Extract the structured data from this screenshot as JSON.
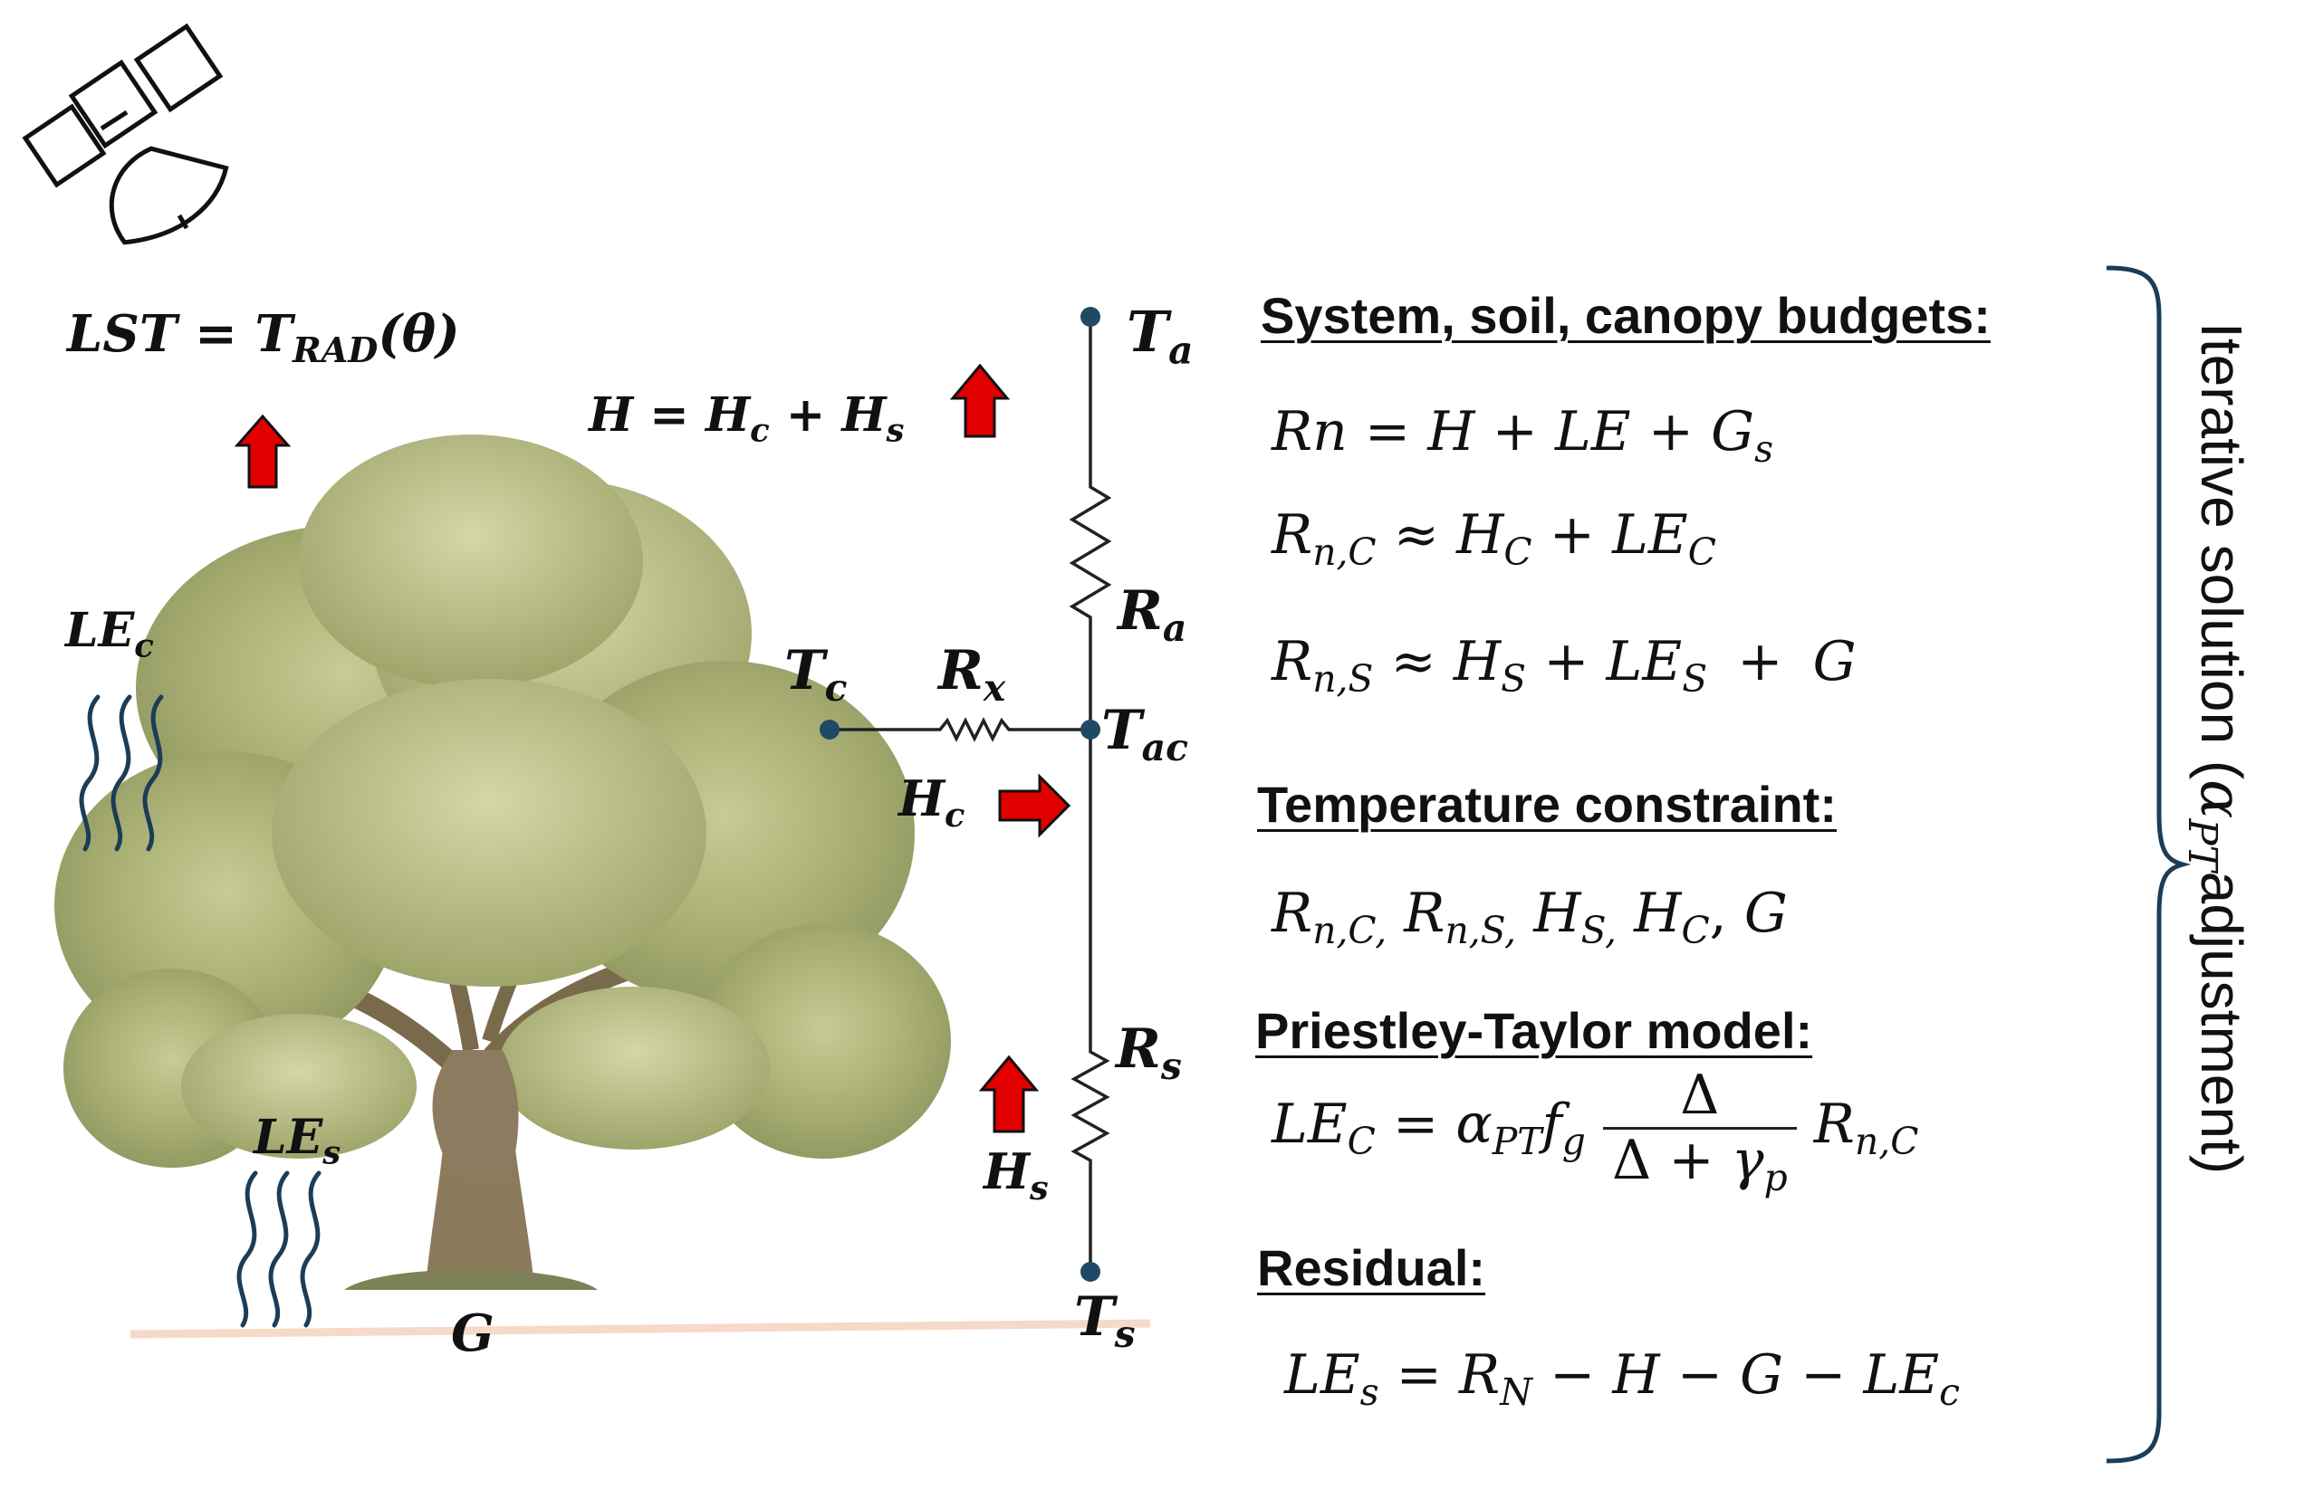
{
  "lst_label": {
    "lhs": "LST",
    "eq": "=",
    "sym": "T",
    "sub": "RAD",
    "arg": "(θ)"
  },
  "h_total": {
    "lhs": "H",
    "eq": "=",
    "h1": "H",
    "h1_sub": "c",
    "plus": "+",
    "h2": "H",
    "h2_sub": "s"
  },
  "nodes": {
    "ta": {
      "sym": "T",
      "sub": "a"
    },
    "tc": {
      "sym": "T",
      "sub": "c"
    },
    "tac": {
      "sym": "T",
      "sub": "ac"
    },
    "ts": {
      "sym": "T",
      "sub": "s"
    }
  },
  "resistors": {
    "ra": {
      "sym": "R",
      "sub": "a"
    },
    "rx": {
      "sym": "R",
      "sub": "x"
    },
    "rs": {
      "sym": "R",
      "sub": "s"
    }
  },
  "fluxes": {
    "hc": {
      "sym": "H",
      "sub": "c"
    },
    "hs": {
      "sym": "H",
      "sub": "s"
    },
    "lec": {
      "sym": "LE",
      "sub": "c"
    },
    "les": {
      "sym": "LE",
      "sub": "s"
    },
    "g": "G"
  },
  "sections": {
    "budgets": {
      "heading": "System, soil, canopy budgets:",
      "eq1": {
        "a": "Rn",
        "op1": "=",
        "b": "H",
        "op2": "+",
        "c": "LE",
        "op3": "+",
        "d": "G",
        "d_sub": "s"
      },
      "eq2": {
        "a": "R",
        "a_sub": "n,C",
        "op1": "≈",
        "b": "H",
        "b_sub": "C",
        "op2": "+",
        "c": "LE",
        "c_sub": "C"
      },
      "eq3": {
        "a": "R",
        "a_sub": "n,S",
        "op1": "≈",
        "b": "H",
        "b_sub": "S",
        "op2": "+",
        "c": "LE",
        "c_sub": "S",
        "op3": "+",
        "d": "G"
      }
    },
    "temperature": {
      "heading": "Temperature constraint:",
      "v1": "R",
      "v1_sub": "n,C,",
      "v2": "R",
      "v2_sub": "n,S,",
      "v3": "H",
      "v3_sub": "S,",
      "v4": "H",
      "v4_sub": "C",
      "sep": ",",
      "v5": "G"
    },
    "pt": {
      "heading": "Priestley-Taylor model:",
      "lhs": "LE",
      "lhs_sub": "C",
      "eq": "=",
      "alpha": "α",
      "alpha_sub": "PT",
      "f": "f",
      "f_sub": "g",
      "num": "Δ",
      "den1": "Δ",
      "den_plus": "+",
      "den2": "γ",
      "den2_sub": "p",
      "r": "R",
      "r_sub": "n,C"
    },
    "residual": {
      "heading": "Residual:",
      "lhs": "LE",
      "lhs_sub": "s",
      "eq": "=",
      "a": "R",
      "a_sub": "N",
      "m1": "−",
      "b": "H",
      "m2": "−",
      "c": "G",
      "m3": "−",
      "d": "LE",
      "d_sub": "c"
    }
  },
  "side_label": {
    "prefix": "Iterative solution (",
    "alpha": "α",
    "alpha_sub": "PT",
    "suffix": "adjustment)"
  },
  "colors": {
    "arrow": "#e00000",
    "node": "#1e4a66",
    "wave": "#1c3d57",
    "ground": "#f6d9c8",
    "wire": "#222222"
  }
}
